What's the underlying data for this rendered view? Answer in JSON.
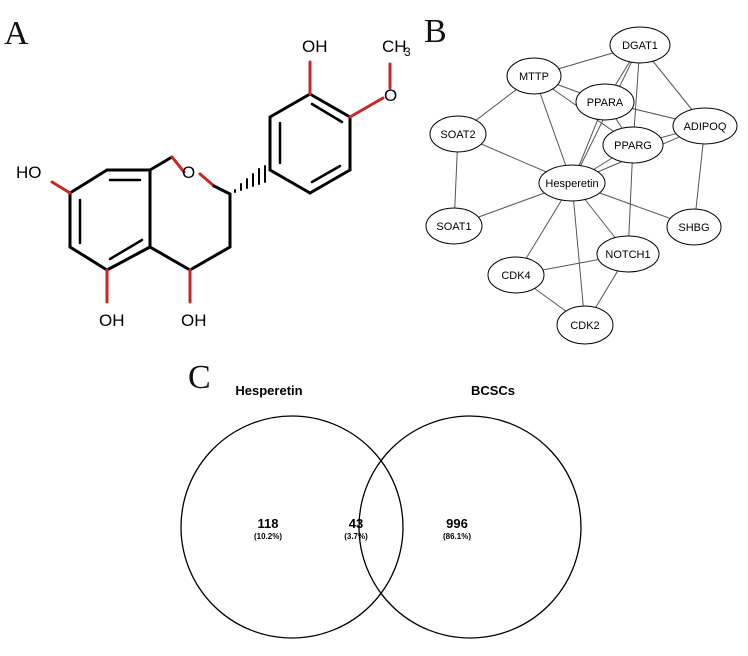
{
  "panels": {
    "a": "A",
    "b": "B",
    "c": "C"
  },
  "molecule": {
    "atoms": {
      "oh_top": "OH",
      "oh_left": "HO",
      "oh_bottom_left": "OH",
      "oh_bottom_right": "OH",
      "ring_o": "O",
      "methoxy_o": "O",
      "ch3": "CH",
      "ch3_sub": "3"
    },
    "colors": {
      "bond": "#000000",
      "heteroatom_bond": "#c62828"
    }
  },
  "network": {
    "nodes": [
      "DGAT1",
      "MTTP",
      "PPARA",
      "ADIPOQ",
      "SOAT2",
      "PPARG",
      "Hesperetin",
      "SOAT1",
      "SHBG",
      "NOTCH1",
      "CDK4",
      "CDK2"
    ],
    "edges": [
      [
        "Hesperetin",
        "MTTP"
      ],
      [
        "Hesperetin",
        "SOAT2"
      ],
      [
        "Hesperetin",
        "SOAT1"
      ],
      [
        "Hesperetin",
        "PPARA"
      ],
      [
        "Hesperetin",
        "PPARG"
      ],
      [
        "Hesperetin",
        "DGAT1"
      ],
      [
        "Hesperetin",
        "ADIPOQ"
      ],
      [
        "Hesperetin",
        "SHBG"
      ],
      [
        "Hesperetin",
        "NOTCH1"
      ],
      [
        "Hesperetin",
        "CDK4"
      ],
      [
        "Hesperetin",
        "CDK2"
      ],
      [
        "MTTP",
        "SOAT2"
      ],
      [
        "MTTP",
        "DGAT1"
      ],
      [
        "MTTP",
        "PPARA"
      ],
      [
        "MTTP",
        "PPARG"
      ],
      [
        "SOAT2",
        "SOAT1"
      ],
      [
        "DGAT1",
        "PPARA"
      ],
      [
        "DGAT1",
        "PPARG"
      ],
      [
        "DGAT1",
        "ADIPOQ"
      ],
      [
        "PPARA",
        "ADIPOQ"
      ],
      [
        "PPARA",
        "PPARG"
      ],
      [
        "PPARG",
        "ADIPOQ"
      ],
      [
        "ADIPOQ",
        "SHBG"
      ],
      [
        "PPARG",
        "NOTCH1"
      ],
      [
        "NOTCH1",
        "CDK4"
      ],
      [
        "NOTCH1",
        "CDK2"
      ],
      [
        "CDK4",
        "CDK2"
      ]
    ]
  },
  "venn": {
    "left_title": "Hesperetin",
    "right_title": "BCSCs",
    "left_only": {
      "count": "118",
      "pct": "(10.2%)"
    },
    "intersection": {
      "count": "43",
      "pct": "(3.7%)"
    },
    "right_only": {
      "count": "996",
      "pct": "(86.1%)"
    }
  }
}
